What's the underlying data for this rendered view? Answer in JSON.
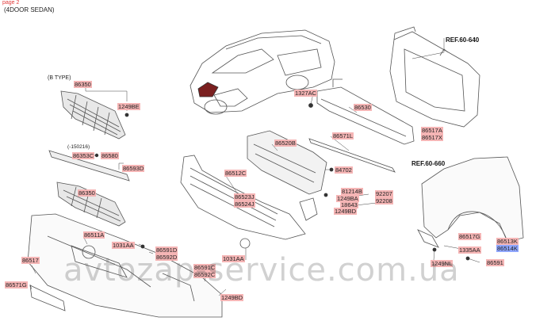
{
  "header": {
    "page_tag": "page 2",
    "model": "(4DOOR SEDAN)"
  },
  "refs": {
    "ref1": "REF.60-640",
    "ref2": "REF.60-660"
  },
  "groups": {
    "btype": "(B TYPE)",
    "date_note": "(-150216)"
  },
  "labels": {
    "l86350a": "86350",
    "l1249be": "1249BE",
    "l86580": "86580",
    "l86353c": "86353C",
    "l86593d": "86593D",
    "l86350b": "86350",
    "l86511a": "86511A",
    "l1031aa_a": "1031AA",
    "l86591d": "86591D",
    "l86592d": "86592D",
    "l86517": "86517",
    "l86571g": "86571G",
    "l86512c": "86512C",
    "l86523j": "86523J",
    "l86524j": "86524J",
    "l1031aa_b": "1031AA",
    "l86591c": "86591C",
    "l86592c": "86592C",
    "l1249bd_a": "1249BD",
    "l1327ac": "1327AC",
    "l86530": "86530",
    "l86520b": "86520B",
    "l86571l": "86571L",
    "l84702": "84702",
    "l81214b": "81214B",
    "l92207": "92207",
    "l92208": "92208",
    "l1249ba": "1249BA",
    "l18643": "18643",
    "l1249bd_b": "1249BD",
    "l86517a": "86517A",
    "l86517x": "86517X",
    "l86517g": "86517G",
    "l86513k": "86513K",
    "l86514k": "86514K",
    "l1335aa": "1335AA",
    "l1249nl": "1249NL",
    "l86591": "86591"
  },
  "watermark": "avtozap-service.com.ua"
}
